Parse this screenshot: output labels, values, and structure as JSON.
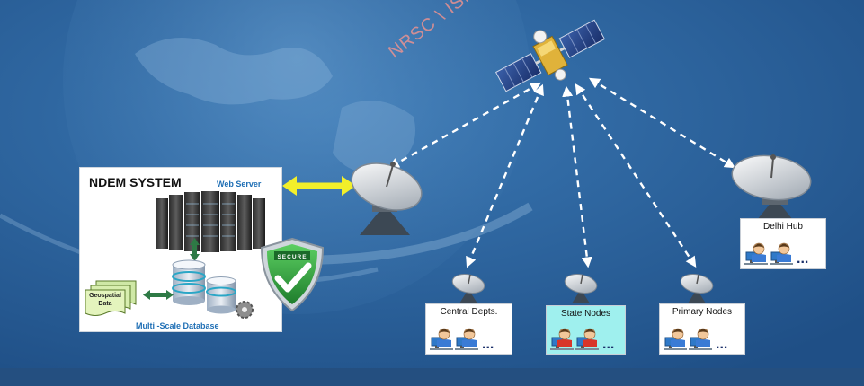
{
  "watermark": "NRSC \\ ISRO",
  "ndem_system": {
    "title": "NDEM SYSTEM",
    "web_server_label": "Web Server",
    "geospatial_label": "Geospatial Data",
    "database_label": "Multi -Scale Database",
    "secure_label": "SECURE"
  },
  "nodes": [
    {
      "label": "Central Depts.",
      "highlight": false
    },
    {
      "label": "State Nodes",
      "highlight": true
    },
    {
      "label": "Primary Nodes",
      "highlight": false
    },
    {
      "label": "Delhi Hub",
      "highlight": false
    }
  ],
  "ellipsis": "...",
  "colors": {
    "background": "#2a5f96",
    "link_arrow": "#ffffff",
    "server_link": "#f2ef2a",
    "highlight_box": "#9ff0ee",
    "label_blue": "#1f6fb5",
    "shield_green": "#2e9c3f"
  }
}
